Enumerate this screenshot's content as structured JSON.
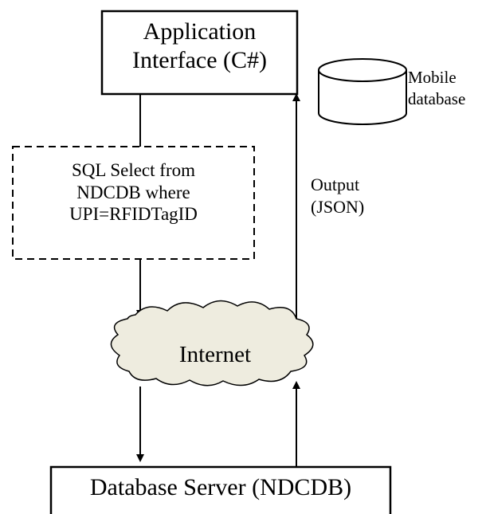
{
  "diagram": {
    "app_interface": {
      "line1": "Application",
      "line2": "Interface (C#)"
    },
    "mobile_db": {
      "line1": "Mobile",
      "line2": "database"
    },
    "query": {
      "line1": "SQL Select from",
      "line2": "NDCDB where",
      "line3": "UPI=RFIDTagID"
    },
    "output": {
      "line1": "Output",
      "line2": "(JSON)"
    },
    "internet": {
      "label": "Internet",
      "fill_color": "#eeecdf"
    },
    "db_server": {
      "label": "Database Server (NDCDB)"
    }
  }
}
